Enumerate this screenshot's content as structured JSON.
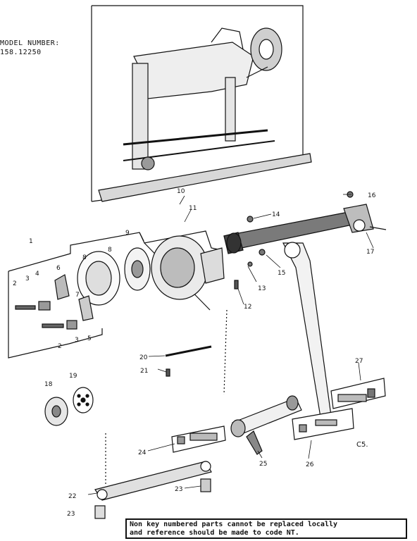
{
  "model": {
    "title": "MODEL NUMBER:",
    "number": "158.12250"
  },
  "page_code": "C5.",
  "note": {
    "line1": "Non key numbered parts cannot be replaced locally",
    "line2": "and reference should be made to code NT."
  },
  "callouts": [
    "1",
    "2",
    "3",
    "4",
    "5",
    "6",
    "7",
    "8",
    "9",
    "10",
    "11",
    "12",
    "13",
    "14",
    "15",
    "16",
    "17",
    "18",
    "19",
    "20",
    "21",
    "22",
    "23",
    "24",
    "25",
    "26",
    "27"
  ],
  "second_labels": {
    "label_2b": "2",
    "label_3b": "3",
    "label_8b": "8",
    "label_23b": "23"
  },
  "colors": {
    "ink": "#111111",
    "paper": "#ffffff",
    "shade": "#9a9a9a"
  }
}
